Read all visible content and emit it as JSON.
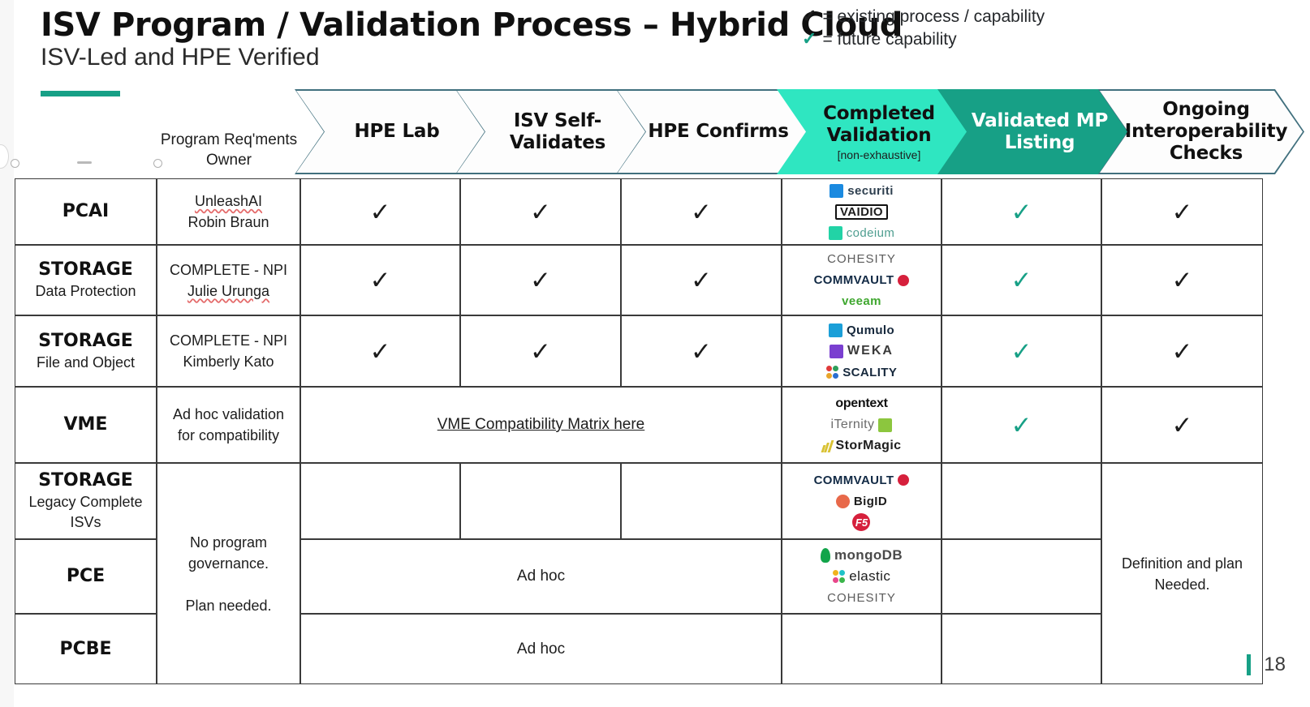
{
  "header": {
    "title": "ISV Program / Validation Process – Hybrid Cloud",
    "subtitle": "ISV-Led and HPE Verified"
  },
  "legend": {
    "items": [
      {
        "mark": "✓",
        "text": "= existing process / capability",
        "color": "#1f1f1f"
      },
      {
        "mark": "✓",
        "text": "= future capability",
        "color": "#17a086"
      }
    ]
  },
  "colors": {
    "mint": "#2fe6c1",
    "green": "#17a086",
    "chevron_outline": "#41707e",
    "grid": "#3a3a3a"
  },
  "columns": {
    "owner_header": "Program Req'ments Owner",
    "stages": [
      {
        "label": "HPE Lab",
        "sub": "",
        "style": "white"
      },
      {
        "label": "ISV Self-Validates",
        "sub": "",
        "style": "white"
      },
      {
        "label": "HPE Confirms",
        "sub": "",
        "style": "white"
      },
      {
        "label": "Completed Validation",
        "sub": "[non-exhaustive]",
        "style": "mint"
      },
      {
        "label": "Validated MP Listing",
        "sub": "",
        "style": "green"
      },
      {
        "label": "Ongoing Interoperability Checks",
        "sub": "",
        "style": "white"
      }
    ]
  },
  "rows": [
    {
      "name": "PCAI",
      "sub": "",
      "owner": [
        "UnleashAI",
        "Robin Braun"
      ],
      "hpe_lab": "✓",
      "isv_self": "✓",
      "hpe_confirms": "✓",
      "logos": [
        "securiti",
        "VAIDIO",
        "codeium"
      ],
      "validated_mp": "✓",
      "ongoing": "✓"
    },
    {
      "name": "STORAGE",
      "sub": "Data Protection",
      "owner": [
        "COMPLETE - NPI",
        "Julie Urunga"
      ],
      "hpe_lab": "✓",
      "isv_self": "✓",
      "hpe_confirms": "✓",
      "logos": [
        "COHESITY",
        "COMMVAULT",
        "veeam"
      ],
      "validated_mp": "✓",
      "ongoing": "✓"
    },
    {
      "name": "STORAGE",
      "sub": "File and Object",
      "owner": [
        "COMPLETE - NPI",
        "Kimberly Kato"
      ],
      "hpe_lab": "✓",
      "isv_self": "✓",
      "hpe_confirms": "✓",
      "logos": [
        "Qumulo",
        "WEKA",
        "SCALITY"
      ],
      "validated_mp": "✓",
      "ongoing": "✓"
    },
    {
      "name": "VME",
      "sub": "",
      "owner": [
        "Ad hoc validation",
        "for compatibility"
      ],
      "span_link": "VME Compatibility Matrix here",
      "logos": [
        "opentext",
        "iTernity",
        "StorMagic"
      ],
      "validated_mp": "✓",
      "ongoing": "✓"
    },
    {
      "name": "STORAGE",
      "sub": "Legacy Complete ISVs",
      "owner": [],
      "hpe_lab": "",
      "isv_self": "",
      "hpe_confirms": "",
      "logos": [
        "COMMVAULT",
        "BigID",
        "F5"
      ],
      "validated_mp": "",
      "ongoing": ""
    },
    {
      "name": "PCE",
      "sub": "",
      "owner": [],
      "span_text": "Ad hoc",
      "logos": [
        "mongoDB",
        "elastic",
        "COHESITY"
      ],
      "validated_mp": "",
      "ongoing": ""
    },
    {
      "name": "PCBE",
      "sub": "",
      "owner": [],
      "span_text": "Ad hoc",
      "logos": [],
      "validated_mp": "",
      "ongoing": ""
    }
  ],
  "merged": {
    "owner_note": [
      "No program governance.",
      "Plan needed."
    ],
    "ongoing_note": [
      "Definition and plan",
      "Needed."
    ]
  },
  "footer": {
    "page_number": "18"
  }
}
